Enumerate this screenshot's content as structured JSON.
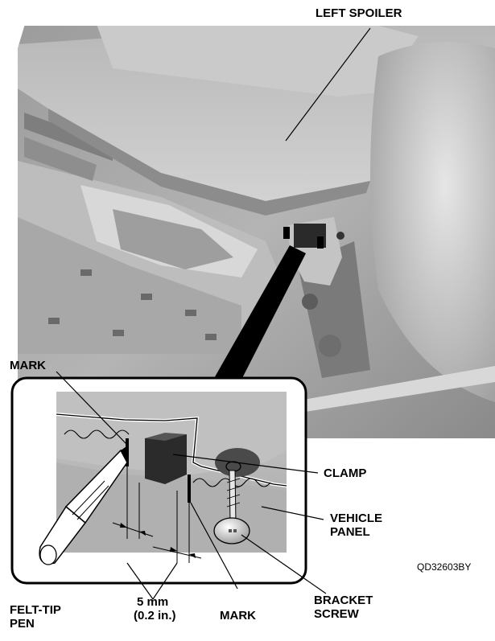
{
  "labels": {
    "left_spoiler": "LEFT SPOILER",
    "mark_top": "MARK",
    "clamp": "CLAMP",
    "vehicle_panel_1": "VEHICLE",
    "vehicle_panel_2": "PANEL",
    "felt_tip_pen_1": "FELT-TIP",
    "felt_tip_pen_2": "PEN",
    "gap_1": "5 mm",
    "gap_2": "(0.2 in.)",
    "mark_bottom": "MARK",
    "bracket_screw_1": "BRACKET",
    "bracket_screw_2": "SCREW",
    "figure_code": "QD32603BY"
  }
}
